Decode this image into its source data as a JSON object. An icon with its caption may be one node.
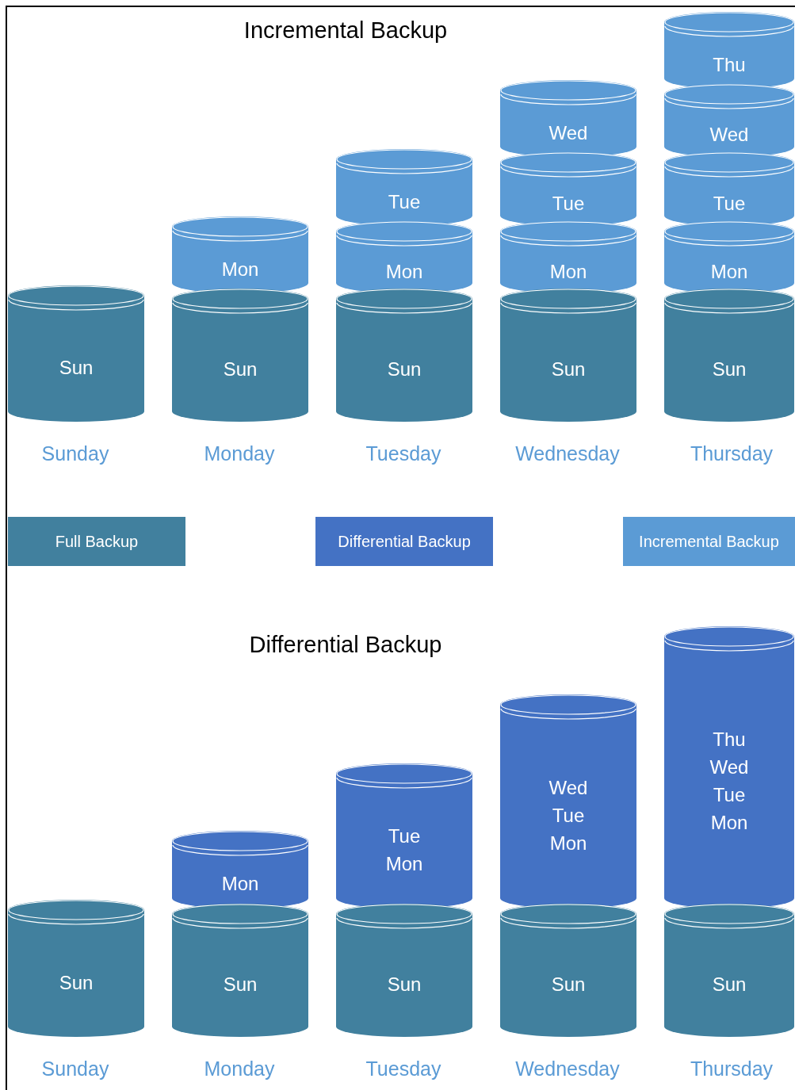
{
  "diagram": {
    "nodes": [
      {
        "text": [
          "Sun"
        ]
      },
      {
        "text": [
          "Mon"
        ]
      },
      {
        "text": [
          "Sun"
        ]
      },
      {
        "text": [
          "Tue"
        ]
      },
      {
        "text": [
          "Mon"
        ]
      },
      {
        "text": [
          "Sun"
        ]
      },
      {
        "text": [
          "Wed"
        ]
      },
      {
        "text": [
          "Tue"
        ]
      },
      {
        "text": [
          "Mon"
        ]
      },
      {
        "text": [
          "Sun"
        ]
      },
      {
        "text": [
          "Thu"
        ]
      },
      {
        "text": [
          "Wed"
        ]
      },
      {
        "text": [
          "Tue"
        ]
      },
      {
        "text": [
          "Mon"
        ]
      },
      {
        "text": [
          "Sun"
        ]
      },
      {
        "text": [
          "Sun"
        ]
      },
      {
        "text": [
          "Mon"
        ]
      },
      {
        "text": [
          "Sun"
        ]
      },
      {
        "text": [
          "Tue Mon"
        ]
      },
      {
        "text": [
          "Sun"
        ]
      },
      {
        "text": [
          "Wed Tue Mon"
        ]
      },
      {
        "text": [
          "Sun"
        ]
      },
      {
        "text": [
          "Thu Wed Tue Mon"
        ]
      },
      {
        "text": [
          "Sun"
        ]
      }
    ],
    "labels": [
      "Incremental Backup",
      "Sunday",
      "Monday",
      "Tuesday",
      "Wednesday",
      "Thursday",
      "Differential Backup",
      "Sunday",
      "Monday",
      "Tuesday",
      "Wednesday",
      "Thursday"
    ],
    "legend": [
      {
        "text": "Full Backup",
        "color": "#41809e"
      },
      {
        "text": "Differential Backup",
        "color": "#4472c4"
      },
      {
        "text": "Incremental Backup",
        "color": "#5b9bd5"
      }
    ]
  }
}
